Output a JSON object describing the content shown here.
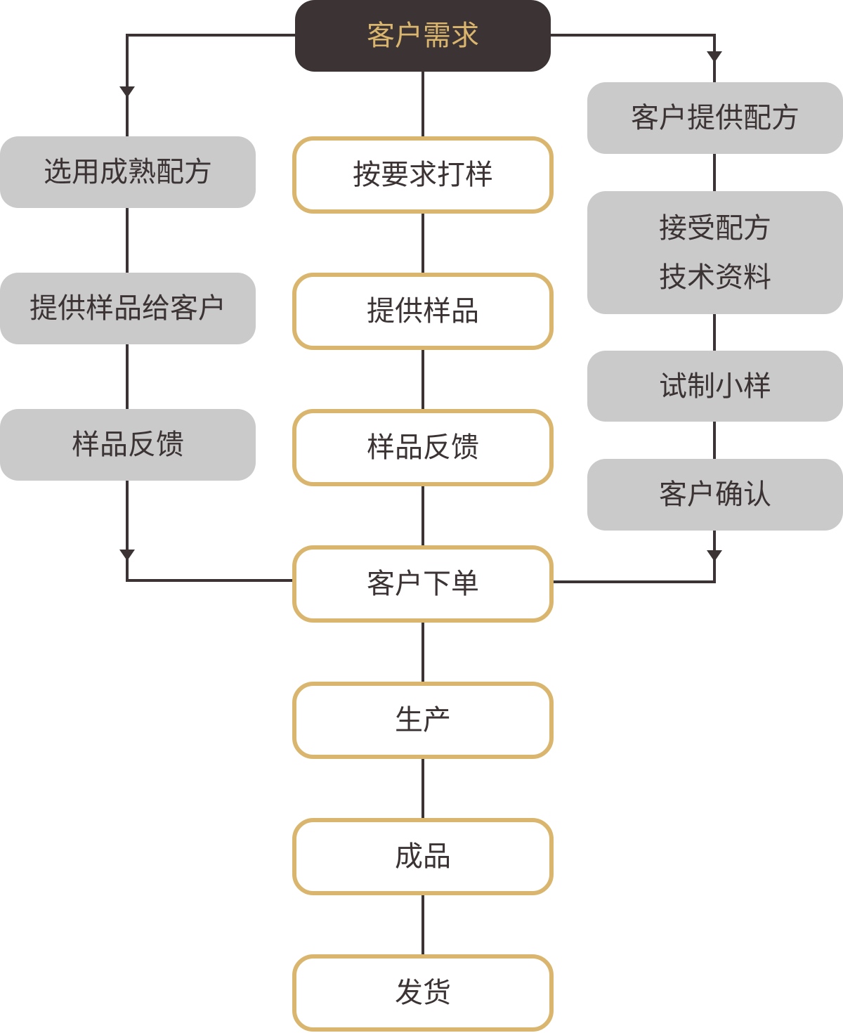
{
  "colors": {
    "dark": "#3b3334",
    "gold": "#d9b56e",
    "grey": "#cacaca",
    "line": "#3b3334"
  },
  "root": {
    "label": "客户需求"
  },
  "main": [
    {
      "id": "sample-to-spec",
      "label": "按要求打样"
    },
    {
      "id": "provide-sample",
      "label": "提供样品"
    },
    {
      "id": "sample-feedback",
      "label": "样品反馈"
    },
    {
      "id": "customer-order",
      "label": "客户下单"
    },
    {
      "id": "production",
      "label": "生产"
    },
    {
      "id": "finished-product",
      "label": "成品"
    },
    {
      "id": "shipment",
      "label": "发货"
    }
  ],
  "left": [
    {
      "id": "select-formula",
      "label": "选用成熟配方"
    },
    {
      "id": "sample-to-customer",
      "label": "提供样品给客户"
    },
    {
      "id": "left-sample-feedback",
      "label": "样品反馈"
    }
  ],
  "right": [
    {
      "id": "customer-formula",
      "lines": [
        "客户提供配方"
      ]
    },
    {
      "id": "accept-formula",
      "lines": [
        "接受配方",
        "技术资料"
      ]
    },
    {
      "id": "trial-sample",
      "lines": [
        "试制小样"
      ]
    },
    {
      "id": "customer-confirm",
      "lines": [
        "客户确认"
      ]
    }
  ]
}
